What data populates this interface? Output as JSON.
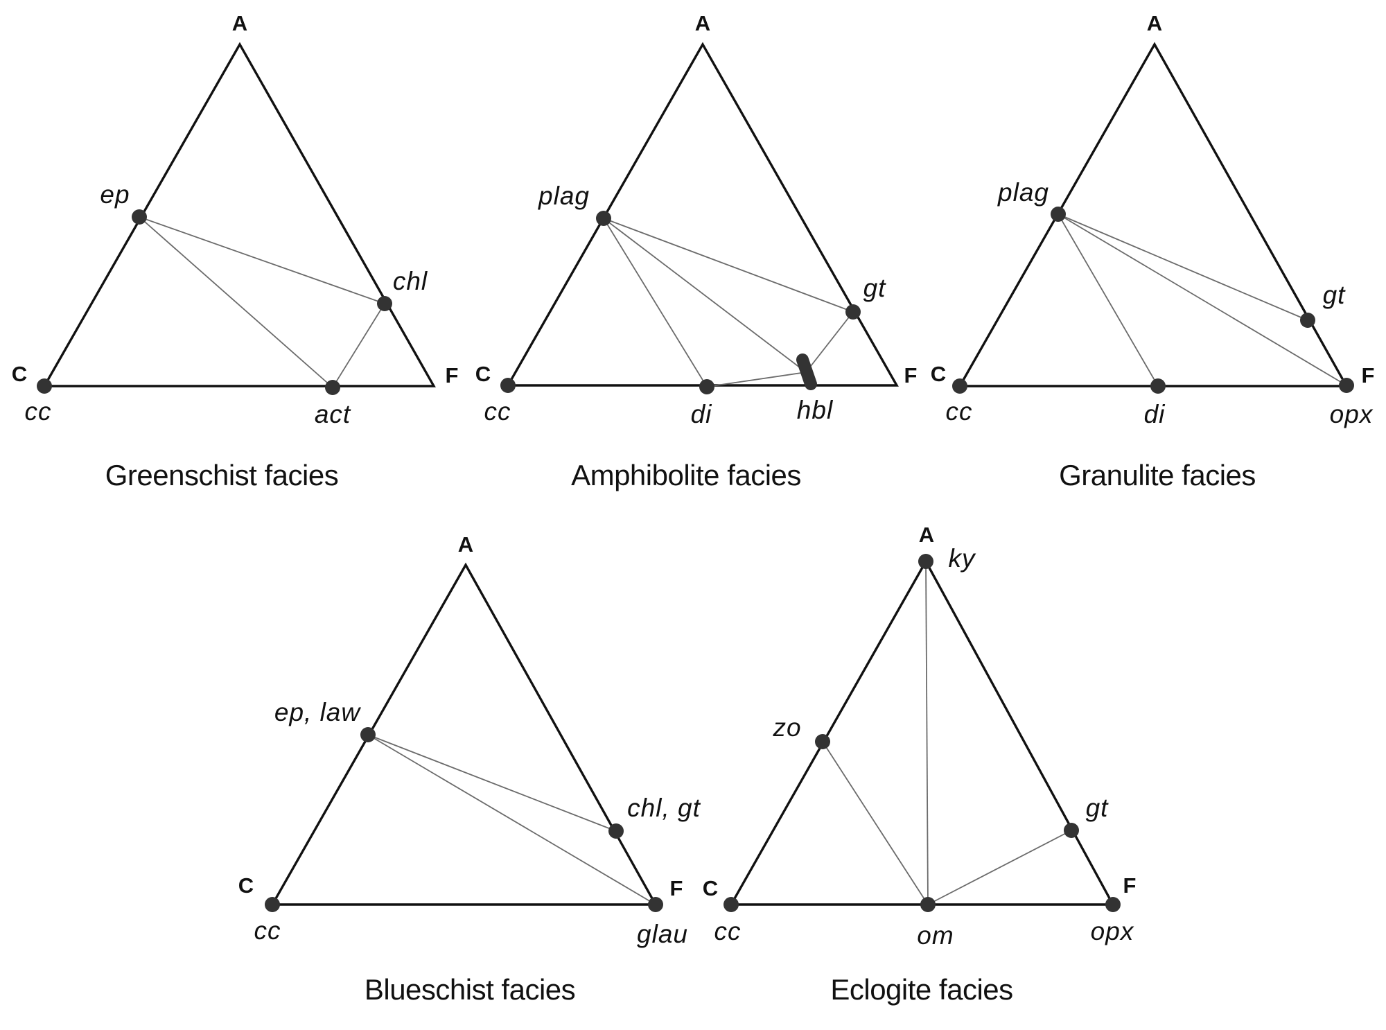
{
  "diagrams": [
    {
      "title": "Greenschist facies",
      "vertex_labels": {
        "top": "A",
        "left": "C",
        "right": "F"
      },
      "phases": [
        {
          "id": "cc",
          "label": "cc"
        },
        {
          "id": "ep",
          "label": "ep"
        },
        {
          "id": "chl",
          "label": "chl"
        },
        {
          "id": "act",
          "label": "act"
        }
      ],
      "tie_lines": [
        [
          "ep",
          "chl"
        ],
        [
          "ep",
          "act"
        ],
        [
          "act",
          "chl"
        ]
      ]
    },
    {
      "title": "Amphibolite facies",
      "vertex_labels": {
        "top": "A",
        "left": "C",
        "right": "F"
      },
      "phases": [
        {
          "id": "cc",
          "label": "cc"
        },
        {
          "id": "plag",
          "label": "plag"
        },
        {
          "id": "gt",
          "label": "gt"
        },
        {
          "id": "di",
          "label": "di"
        },
        {
          "id": "hbl",
          "label": "hbl"
        }
      ],
      "tie_lines": [
        [
          "plag",
          "gt"
        ],
        [
          "plag",
          "di"
        ],
        [
          "plag",
          "hbl"
        ],
        [
          "di",
          "hbl"
        ],
        [
          "hbl",
          "gt"
        ]
      ]
    },
    {
      "title": "Granulite facies",
      "vertex_labels": {
        "top": "A",
        "left": "C",
        "right": "F"
      },
      "phases": [
        {
          "id": "cc",
          "label": "cc"
        },
        {
          "id": "plag",
          "label": "plag"
        },
        {
          "id": "gt",
          "label": "gt"
        },
        {
          "id": "di",
          "label": "di"
        },
        {
          "id": "opx",
          "label": "opx"
        }
      ],
      "tie_lines": [
        [
          "plag",
          "gt"
        ],
        [
          "plag",
          "di"
        ],
        [
          "plag",
          "opx"
        ]
      ]
    },
    {
      "title": "Blueschist facies",
      "vertex_labels": {
        "top": "A",
        "left": "C",
        "right": "F"
      },
      "phases": [
        {
          "id": "cc",
          "label": "cc"
        },
        {
          "id": "ep_law",
          "label": "ep, law"
        },
        {
          "id": "chl_gt",
          "label": "chl, gt"
        },
        {
          "id": "glau",
          "label": "glau"
        }
      ],
      "tie_lines": [
        [
          "ep_law",
          "chl_gt"
        ],
        [
          "ep_law",
          "glau"
        ]
      ]
    },
    {
      "title": "Eclogite facies",
      "vertex_labels": {
        "top": "A",
        "left": "C",
        "right": "F"
      },
      "phases": [
        {
          "id": "ky",
          "label": "ky"
        },
        {
          "id": "zo",
          "label": "zo"
        },
        {
          "id": "gt",
          "label": "gt"
        },
        {
          "id": "cc",
          "label": "cc"
        },
        {
          "id": "om",
          "label": "om"
        },
        {
          "id": "opx",
          "label": "opx"
        }
      ],
      "tie_lines": [
        [
          "ky",
          "om"
        ],
        [
          "zo",
          "om"
        ],
        [
          "om",
          "gt"
        ]
      ]
    }
  ]
}
